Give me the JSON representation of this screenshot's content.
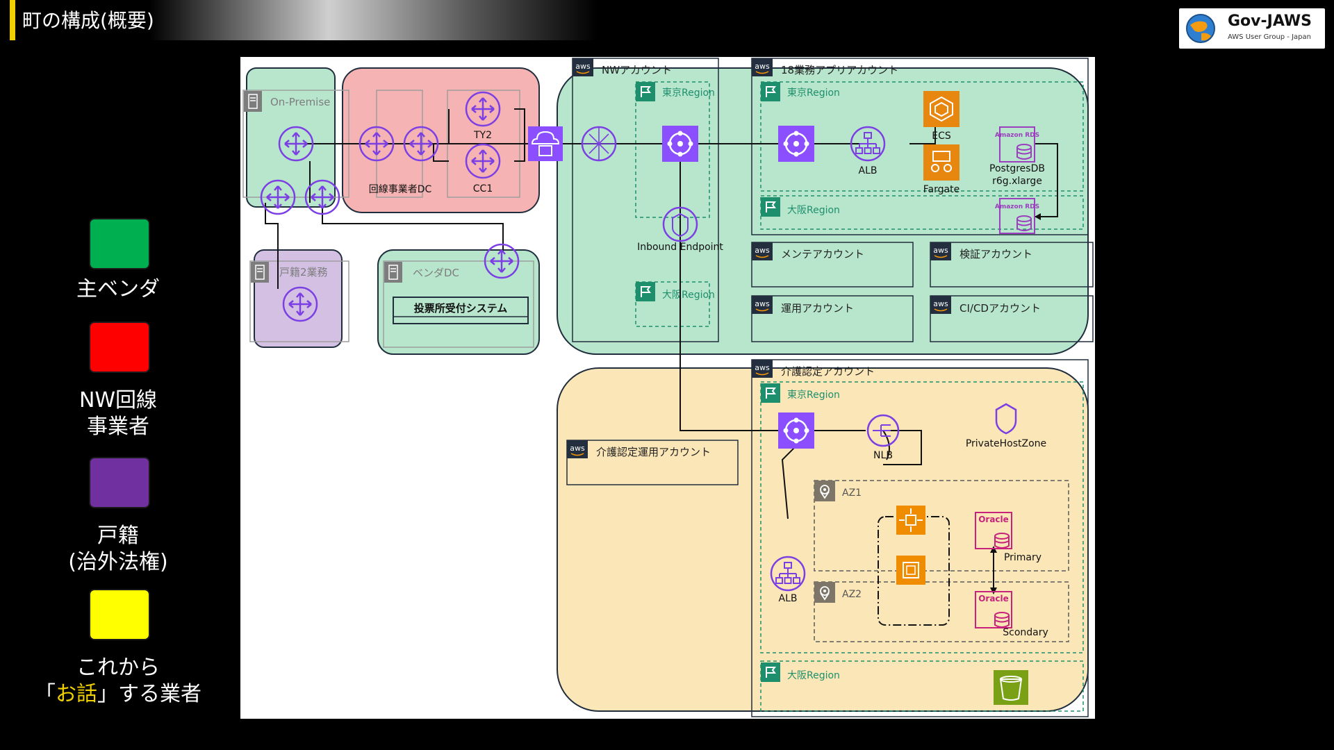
{
  "header": {
    "title": "町の構成(概要)"
  },
  "logo": {
    "name": "Gov-JAWS",
    "subtitle": "AWS User Group - Japan"
  },
  "legend": {
    "items": [
      {
        "label": "主ベンダ",
        "color": "#00b050"
      },
      {
        "label_line1": "NW回線",
        "label_line2": "事業者",
        "color": "#ff0000"
      },
      {
        "label_line1": "戸籍",
        "label_line2": "(治外法権)",
        "color": "#7030a0"
      },
      {
        "label_line1": "これから",
        "label_line2_pre": "「",
        "label_line2_hl": "お話",
        "label_line2_post": "」する業者",
        "color": "#ffff00"
      }
    ]
  },
  "diagram": {
    "on_premise": "On-Premise",
    "carrier_dc": "回線事業者DC",
    "ty2": "TY2",
    "cc1": "CC1",
    "koseki2": "戸籍2業務",
    "vendor_dc": "ベンダDC",
    "voting_system": "投票所受付システム",
    "nw_account": "NWアカウント",
    "tokyo_region": "東京Region",
    "osaka_region": "大阪Region",
    "inbound_endpoint": "Inbound Endpoint",
    "apps_account": "18業務アプリアカウント",
    "ecs": "ECS",
    "fargate": "Fargate",
    "alb": "ALB",
    "rds_label": "Amazon RDS",
    "postgres_line1": "PostgresDB",
    "postgres_line2": "r6g.xlarge",
    "maint_account": "メンテアカウント",
    "verify_account": "検証アカウント",
    "ops_account": "運用アカウント",
    "cicd_account": "CI/CDアカウント",
    "care_account": "介護認定アカウント",
    "care_ops_account": "介護認定運用アカウント",
    "nlb": "NLB",
    "private_host_zone": "PrivateHostZone",
    "az1": "AZ1",
    "az2": "AZ2",
    "oracle": "Oracle",
    "primary": "Primary",
    "secondary": "Scondary",
    "aws": "aws"
  }
}
